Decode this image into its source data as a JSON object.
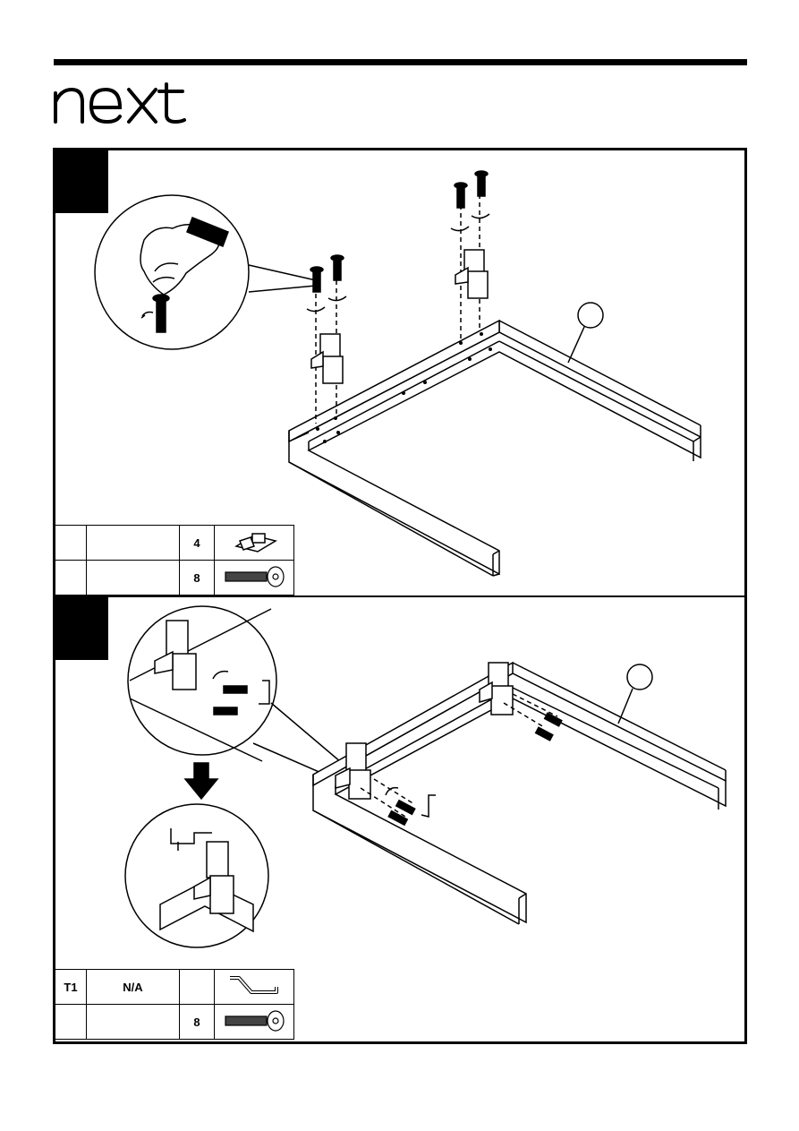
{
  "header": {
    "brand": "next"
  },
  "steps": [
    {
      "number": "",
      "part_label": "",
      "parts": [
        {
          "code": "",
          "name": "",
          "qty": "4",
          "icon": "connector-bracket-icon"
        },
        {
          "code": "",
          "name": "",
          "qty": "8",
          "icon": "bolt-icon"
        }
      ]
    },
    {
      "number": "",
      "part_label": "",
      "parts": [
        {
          "code": "T1",
          "name": "N/A",
          "qty": "",
          "icon": "allen-key-icon"
        },
        {
          "code": "",
          "name": "",
          "qty": "8",
          "icon": "bolt-icon"
        }
      ]
    }
  ]
}
